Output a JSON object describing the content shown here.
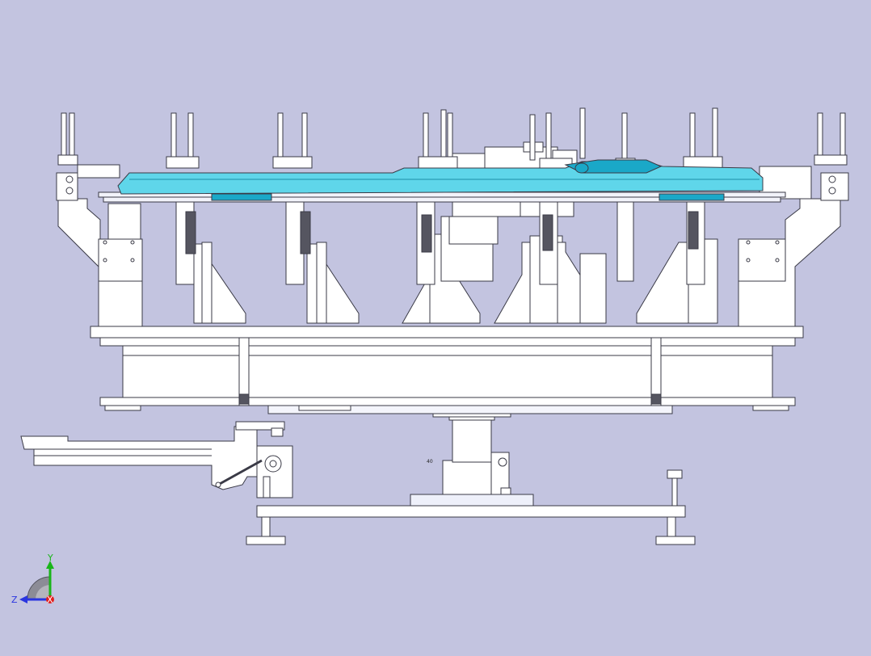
{
  "colors": {
    "background": "#c3c4e0",
    "part_fill": "#ffffff",
    "line": "#3a3a46",
    "workpiece": "#5fd6ea",
    "workpiece_dark": "#1aa8c8",
    "dark_block": "#555560",
    "axis_y": "#19b519",
    "axis_z": "#2a35e0",
    "axis_x": "#e02020"
  },
  "triad": {
    "y_label": "Y",
    "z_label": "Z",
    "x_label": "X"
  },
  "labels": {
    "small_tag": "40"
  },
  "icons": {
    "triad": "coordinate-triad-icon"
  }
}
